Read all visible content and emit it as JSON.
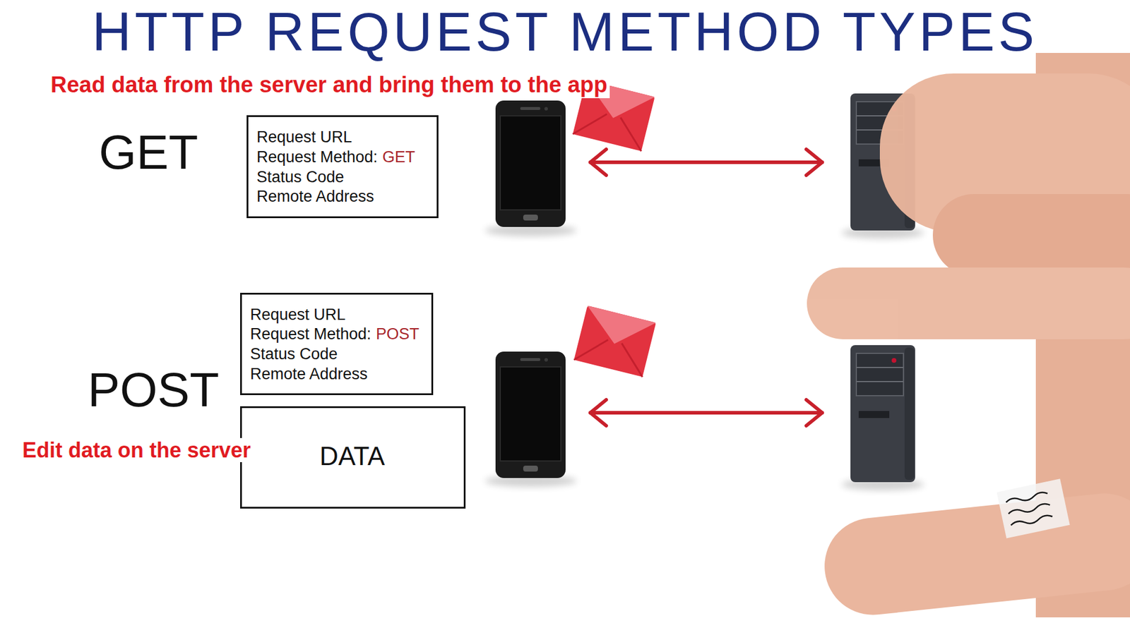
{
  "diagram": {
    "title": "HTTP REQUEST METHOD TYPES",
    "nodes": [
      {
        "text": [
          "Request URL",
          "Request Method:",
          "GET",
          "Status Code",
          "Remote Address"
        ]
      },
      {
        "text": [
          "Request URL",
          "Request Method:",
          "POST",
          "Status Code",
          "Remote Address"
        ]
      },
      {
        "text": [
          "DATA"
        ]
      }
    ],
    "labels": [
      "Read data from the server and bring them to the app",
      "GET",
      "POST",
      "Edit data on the server"
    ]
  }
}
